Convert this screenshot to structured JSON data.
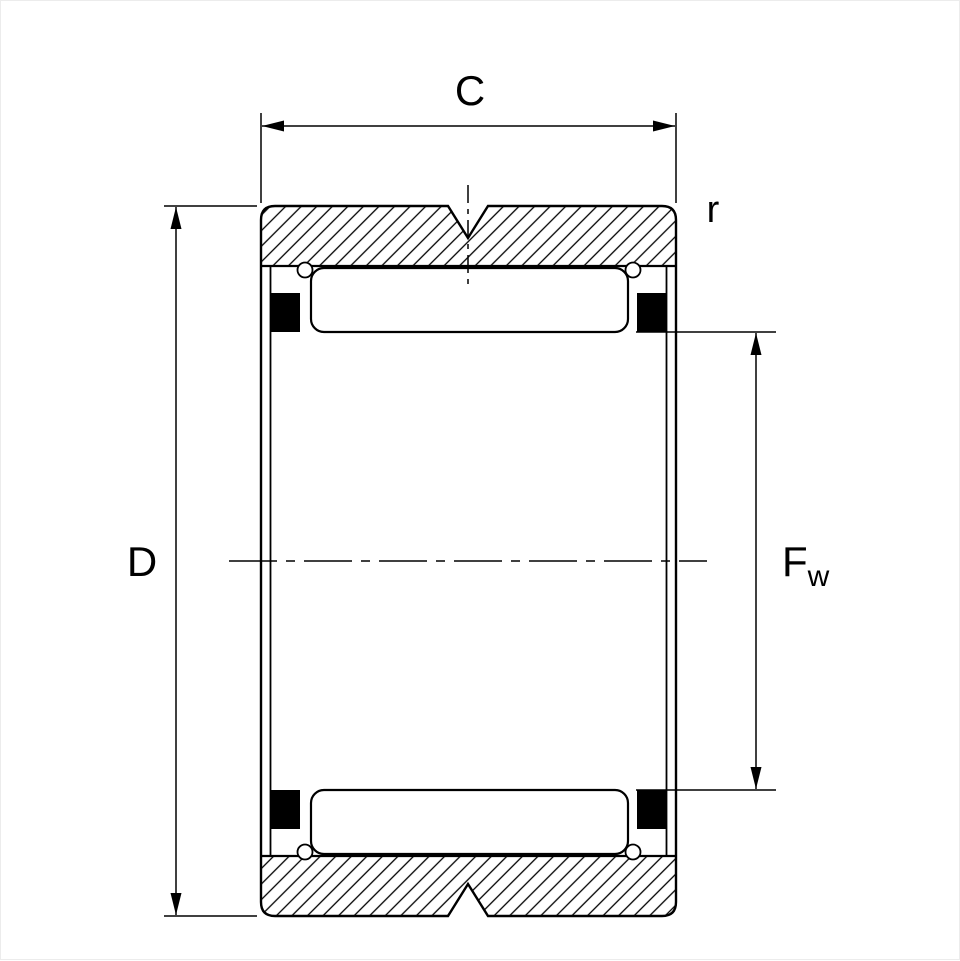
{
  "figure": {
    "kind": "needle-roller-bearing-cross-section",
    "labels": {
      "width": "C",
      "outer_diameter": "D",
      "bore_main": "F",
      "bore_sub": "w",
      "chamfer_radius": "r"
    },
    "colors": {
      "line": "#000000",
      "background": "#ffffff",
      "fill_solid": "#000000"
    }
  }
}
